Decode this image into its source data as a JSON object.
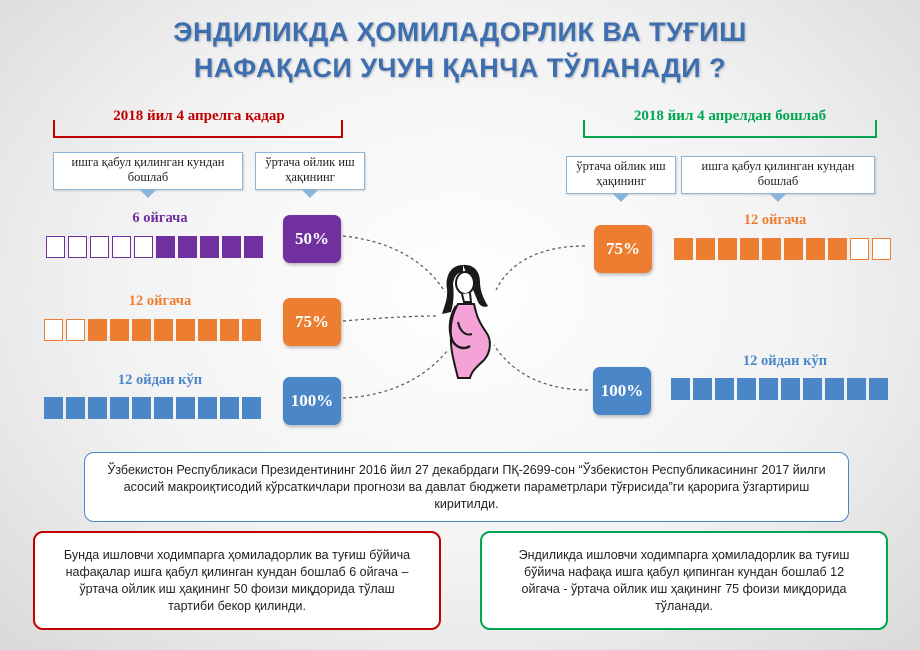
{
  "title": {
    "line1": "ЭНДИЛИКДА ҲОМИЛАДОРЛИК ВА ТУҒИШ",
    "line2": "НАФАҚАСИ УЧУН ҚАНЧА ТЎЛАНАДИ ?"
  },
  "left": {
    "period": "2018 йил 4 апрелга қадар",
    "caption_tenure": "ишга қабул қилинган кундан бошлаб",
    "caption_salary": "ўртача ойлик иш ҳақининг",
    "rows": [
      {
        "label": "6 ойгача",
        "percent": "50%",
        "color": "#7030a0",
        "filled_months": 5,
        "total_months": 10
      },
      {
        "label": "12 ойгача",
        "percent": "75%",
        "color": "#ed7d31",
        "filled_months": 8,
        "total_months": 10
      },
      {
        "label": "12 ойдан кўп",
        "percent": "100%",
        "color": "#4a86c8",
        "filled_months": 10,
        "total_months": 10
      }
    ]
  },
  "right": {
    "period": "2018 йил 4 апрелдан бошлаб",
    "caption_salary": "ўртача ойлик иш ҳақининг",
    "caption_tenure": "ишга қабул қилинган кундан бошлаб",
    "rows": [
      {
        "label": "12 ойгача",
        "percent": "75%",
        "color": "#ed7d31",
        "filled_months": 8,
        "total_months": 10
      },
      {
        "label": "12 ойдан кўп",
        "percent": "100%",
        "color": "#4a86c8",
        "filled_months": 10,
        "total_months": 10
      }
    ]
  },
  "colors": {
    "title": "#3d6fb0",
    "left_accent": "#c00000",
    "right_accent": "#00a651",
    "info_border": "#4a86c8"
  },
  "icons": {
    "center": "pregnant-woman-icon"
  },
  "info": {
    "text": "Ўзбекистон Республикаси Президентининг 2016 йил 27 декабрдаги ПҚ-2699-сон “Ўзбекистон Республикасининг 2017 йилги асосий макроиқтисодий кўрсаткичлари прогнози ва давлат бюджети параметрлари тўғрисида”ги қарорига ўзгартириш киритилди."
  },
  "note_left": {
    "text": "Бунда ишловчи ходимпарга ҳомиладорлик ва туғиш бўйича нафақалар ишга қабул қилинган кундан бошлаб 6 ойгача – ўртача ойлик иш ҳақининг 50 фоизи миқдорида тўлаш тартиби бекор қилинди."
  },
  "note_right": {
    "text": "Эндиликда ишловчи ходимпарга ҳомиладорлик ва туғиш бўйича нафақа ишга қабул қипинган кундан бошлаб 12 ойгача - ўртача ойлик иш ҳақининг 75 фоизи миқдорида тўланади."
  }
}
